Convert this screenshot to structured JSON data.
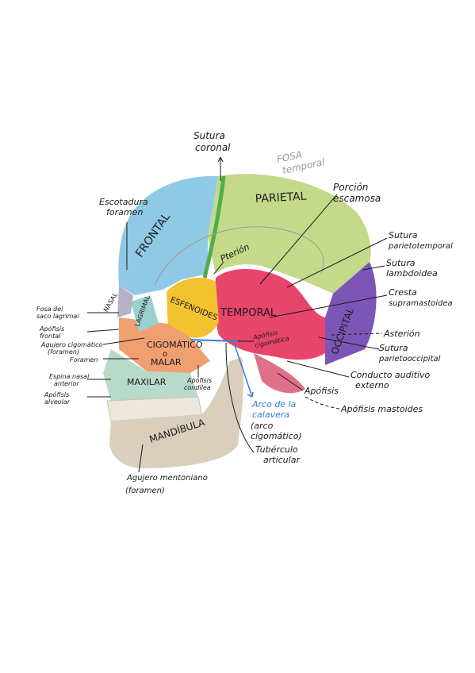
{
  "bones": {
    "frontal": "FRONTAL",
    "parietal": "PARIETAL",
    "temporal": "TEMPORAL",
    "occipital": "OCCIPITAL",
    "esfenoides": "ESFENOIDES",
    "cigomatico": "CIGOMÁTICO",
    "cigomatico_o": "o",
    "malar": "MALAR",
    "maxilar": "MAXILAR",
    "mandibula": "MANDÍBULA",
    "lagrimal": "LAGRIMAL",
    "nasal": "NASAL"
  },
  "labels": {
    "sutura_coronal_1": "Sutura",
    "sutura_coronal_2": "coronal",
    "fosa_temporal_1": "FOSA",
    "fosa_temporal_2": "temporal",
    "porcion_escamosa_1": "Porción",
    "porcion_escamosa_2": "escamosa",
    "escotadura_1": "Escotadura",
    "escotadura_2": "foramen",
    "sutura_parietotemporal_1": "Sutura",
    "sutura_parietotemporal_2": "parietotemporal",
    "sutura_lambdoidea_1": "Sutura",
    "sutura_lambdoidea_2": "lambdoidea",
    "cresta_supramastoidea_1": "Cresta",
    "cresta_supramastoidea_2": "supramastoidea",
    "pterion": "Pterión",
    "asterion": "Asterión",
    "sutura_parietooccipital_1": "Sutura",
    "sutura_parietooccipital_2": "parietooccipital",
    "conducto_auditivo_1": "Conducto auditivo",
    "conducto_auditivo_2": "externo",
    "apofisis": "Apófisis",
    "apofisis_mastoides": "Apófisis mastoides",
    "fosa_saco_1": "Fosa del",
    "fosa_saco_2": "saco lagrimal",
    "apofisis_frontal_1": "Apófisis",
    "apofisis_frontal_2": "frontal",
    "agujero_cigomatico_1": "Agujero cigomático",
    "agujero_cigomatico_2": "(foramen)",
    "foramen": "Foramen",
    "espina_nasal_1": "Espina nasal",
    "espina_nasal_2": "anterior",
    "apofisis_alveolar_1": "Apófisis",
    "apofisis_alveolar_2": "alveolar",
    "apofisis_condilea_1": "Apófisis",
    "apofisis_condilea_2": "condílea",
    "apofisis_cigomatica_1": "Apófisis",
    "apofisis_cigomatica_2": "cigomática",
    "arco_1": "Arco de la",
    "arco_2": "calavera",
    "arco_3": "(arco",
    "arco_4": "cigomático)",
    "tuberculo_1": "Tubérculo",
    "tuberculo_2": "articular",
    "agujero_mentoniano_1": "Agujero mentoniano",
    "agujero_mentoniano_2": "(foramen)"
  },
  "colors": {
    "frontal": "#8fc9e6",
    "parietal": "#c4d98a",
    "temporal": "#e8456a",
    "occipital": "#7b56b6",
    "esfenoides": "#f2c230",
    "cigomatico": "#f0a070",
    "maxilar": "#b8dac8",
    "mandibula": "#d9cfbc",
    "lagrimal": "#9ad1cf",
    "nasal": "#b4b2c4",
    "accent_blue": "#3a7bd5",
    "suture_green": "#4fae4a",
    "gray_label": "#9a9a9a"
  }
}
